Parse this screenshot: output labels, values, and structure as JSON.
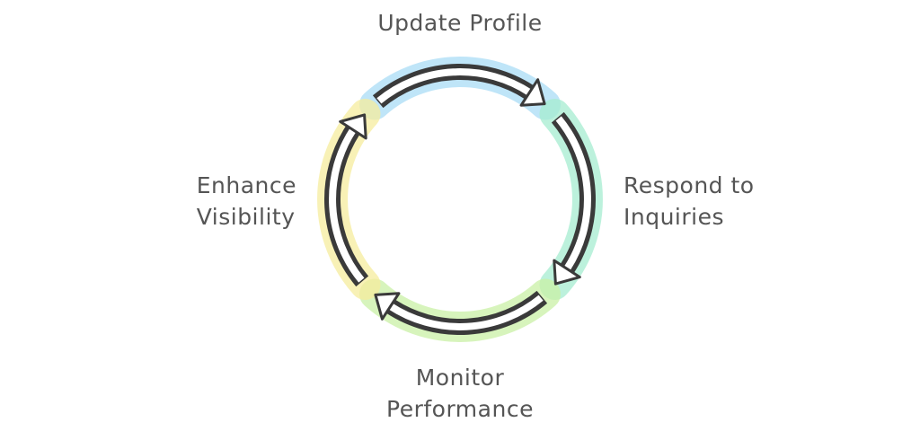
{
  "diagram": {
    "type": "cycle",
    "colors": {
      "outline": "#3a3a3a",
      "fill": "#ffffff",
      "label": "#555555"
    },
    "stages": [
      {
        "id": "update-profile",
        "lines": [
          "Update Profile"
        ],
        "highlight": "#a9dcf5"
      },
      {
        "id": "respond-to-inquiries",
        "lines": [
          "Respond to",
          "Inquiries"
        ],
        "highlight": "#a6ecd0"
      },
      {
        "id": "monitor-performance",
        "lines": [
          "Monitor",
          "Performance"
        ],
        "highlight": "#c9f0a6"
      },
      {
        "id": "enhance-visibility",
        "lines": [
          "Enhance",
          "Visibility"
        ],
        "highlight": "#f6ec9e"
      }
    ]
  }
}
